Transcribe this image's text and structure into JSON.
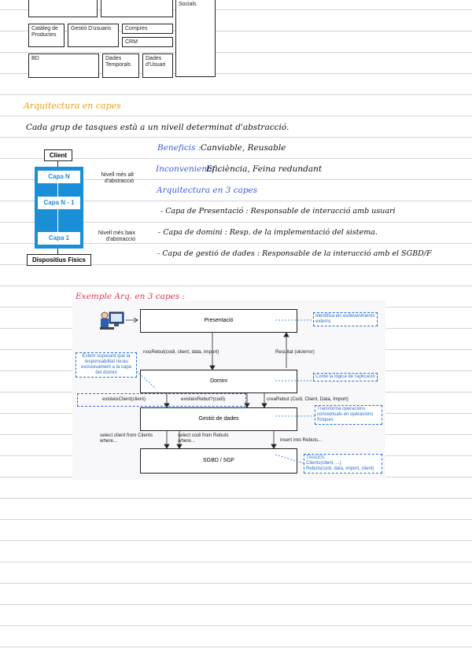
{
  "top_diagram": {
    "socials": "Socials",
    "cataleg": "Catàleg de Productes",
    "gestio_usuaris": "Gestió D'usuaris",
    "compres": "Compres",
    "crm": "CRM",
    "bd": "BD",
    "dades_temporals": "Dades Temporals",
    "dades_usuari": "Dades d'Usuari"
  },
  "section_title": "Arquitectura en capes",
  "intro": "Cada grup de tasques està a un nivell determinat d'abstracció.",
  "layers_diagram": {
    "client": "Client",
    "capa_n": "Capa N",
    "capa_n1": "Capa N - 1",
    "capa_1": "Capa 1",
    "dispositius": "Dispositius Físics",
    "nivell_alt": "Nivell més alt d'abstracció",
    "nivell_baix": "Nivell més baix d'abstracció"
  },
  "notes": {
    "beneficis_label": "Beneficis :",
    "beneficis_text": "Canviable, Reusable",
    "inconvenients_label": "Inconvenients :",
    "inconvenients_text": "Eficiència, Feina redundant",
    "arq3_title": "Arquitectura en 3 capes",
    "item1": "- Capa de Presentació : Responsable de interacció amb usuari",
    "item2": "- Capa de domini : Resp. de la implementació del sistema.",
    "item3": "- Capa de gestió de dades : Responsable de la interacció amb el SGBD/F"
  },
  "example_title": "Exemple Arq. en 3 capes :",
  "example": {
    "presentacio": "Presentació",
    "domini": "Domini",
    "gestio_dades": "Gestió de dades",
    "sgbd": "SGBD / SGF",
    "note_presentacio": "Identifica els esdeveniments externs",
    "note_domini": "Conté la lògica de l'aplicació",
    "note_gestio": "Transforma operacions conceptuals en operacions físiques",
    "note_left": "Estem suposant que la responsabilitat recau exclusivament a la capa del domini",
    "note_taules": "TAULES:",
    "note_taules_1": "Clients(client, ...)",
    "note_taules_2": "Rebuts(codi, data, import, client)",
    "call_nou_rebut": "nouRebut(codi, client, data, import)",
    "resultat": "Resultat (ok/error)",
    "existeix_client": "existeixClient(client)",
    "existeix_rebut": "existeixRebut?(codi)",
    "crea_rebut": "creaRebut (Codi, Client, Data, Import)",
    "select_client": "select client from Clients where...",
    "select_codi": "select codi from Rebuts where...",
    "insert_rebuts": "insert into Rebuts..."
  }
}
